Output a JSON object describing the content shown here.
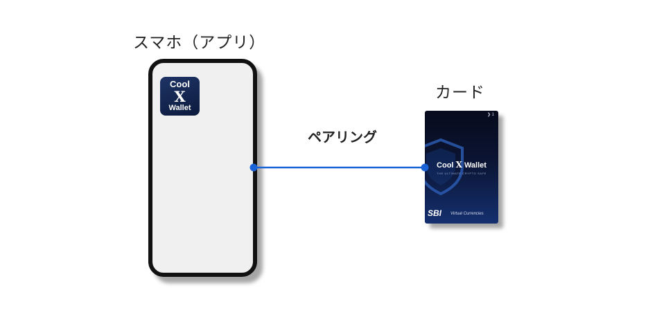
{
  "labels": {
    "phone": "スマホ（アプリ）",
    "card": "カード",
    "pairing": "ペアリング"
  },
  "app_icon": {
    "line1": "Cool",
    "mark": "X",
    "line2": "Wallet"
  },
  "card_face": {
    "corner": "❯ 1",
    "brand_left": "Cool",
    "brand_mark": "X",
    "brand_right": "Wallet",
    "tagline": "THE ULTIMATE CRYPTO SAFE",
    "issuer": "SBI",
    "issuer_sub": "Virtual Currencies"
  },
  "colors": {
    "link": "#1a63d6",
    "link_glow": "#7fb2ff",
    "app_icon_bg": "#13265a",
    "card_bg": "#0b1433",
    "phone_screen": "#f0f0f0",
    "phone_frame": "#111111"
  },
  "icons": {
    "card_shield": "shield-icon",
    "card_nfc": "chevron-right-icon"
  }
}
